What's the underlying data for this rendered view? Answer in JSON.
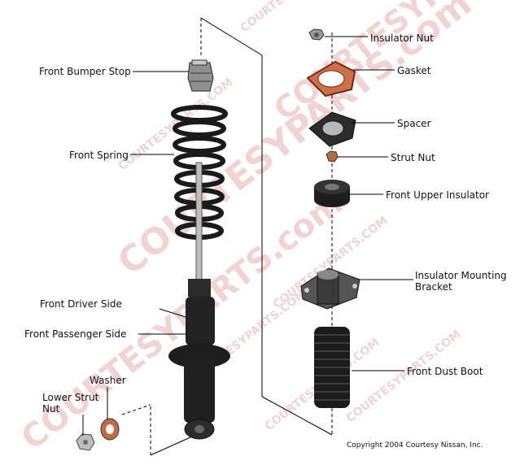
{
  "labels": {
    "insulator_nut": "Insulator Nut",
    "gasket": "Gasket",
    "spacer": "Spacer",
    "strut_nut": "Strut Nut",
    "front_upper_insulator": "Front Upper Insulator",
    "insulator_mounting_bracket_line1": "Insulator Mounting",
    "insulator_mounting_bracket_line2": "Bracket",
    "front_dust_boot": "Front Dust Boot",
    "front_bumper_stop": "Front Bumper Stop",
    "front_spring": "Front Spring",
    "front_driver_side": "Front Driver Side",
    "front_passenger_side": "Front Passenger Side",
    "washer": "Washer",
    "lower_strut_nut_line1": "Lower Strut",
    "lower_strut_nut_line2": "Nut"
  },
  "copyright": "Copyright 2004 Courtesy Nissan, Inc.",
  "watermarks": {
    "main": "COURTESYPARTS.com",
    "small": "COURTESYPARTS.COM"
  },
  "colors": {
    "watermark": "#e7a5a5",
    "gasket": "#c9683f",
    "metal_dark": "#2a2a2a",
    "rubber": "#1c1c1c",
    "silver": "#b8b8b8"
  }
}
